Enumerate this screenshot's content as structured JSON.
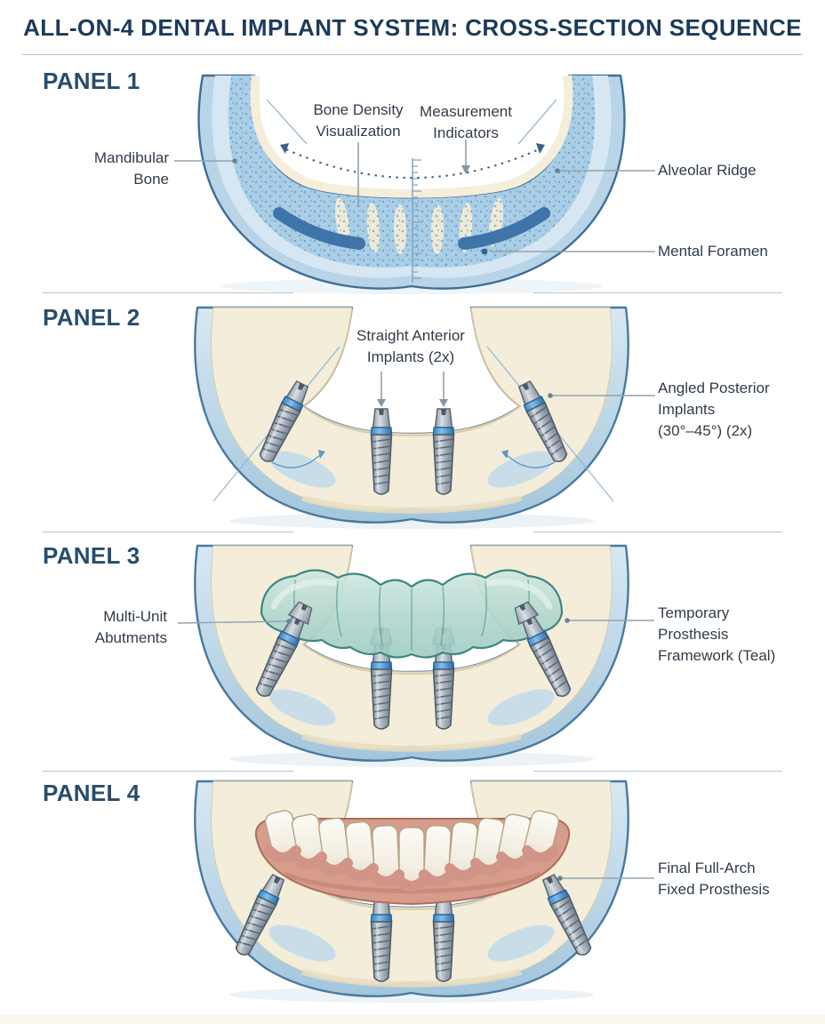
{
  "title": "ALL-ON-4 DENTAL IMPLANT SYSTEM: CROSS-SECTION SEQUENCE",
  "panels": [
    {
      "label": "PANEL 1",
      "annotations": {
        "mandibular": "Mandibular\nBone",
        "bone_density": "Bone Density\nVisualization",
        "measurement": "Measurement\nIndicators",
        "alveolar": "Alveolar Ridge",
        "mental": "Mental Foramen"
      }
    },
    {
      "label": "PANEL 2",
      "annotations": {
        "straight": "Straight Anterior\nImplants (2x)",
        "angled": "Angled Posterior\nImplants\n(30°–45°) (2x)"
      }
    },
    {
      "label": "PANEL 3",
      "annotations": {
        "multiunit": "Multi-Unit\nAbutments",
        "temporary": "Temporary\nProsthesis\nFramework (Teal)"
      }
    },
    {
      "label": "PANEL 4",
      "annotations": {
        "final": "Final Full-Arch\nFixed Prosthesis"
      }
    }
  ],
  "colors": {
    "title_navy": "#1d3b58",
    "panel_label": "#274d6c",
    "annotation_text": "#313c49",
    "bone_cortical_blue": "#b9d4e7",
    "bone_cream": "#f3edda",
    "trabecular_blue": "#aacee6",
    "canal_blue": "#3e74a8",
    "implant_collar_blue": "#4a9fd9",
    "implant_body_grey": "#9aa6b2",
    "prosthesis_teal": "#b5dad2",
    "gum_pink": "#d69c8c",
    "tooth_white": "#f8f5ee"
  }
}
